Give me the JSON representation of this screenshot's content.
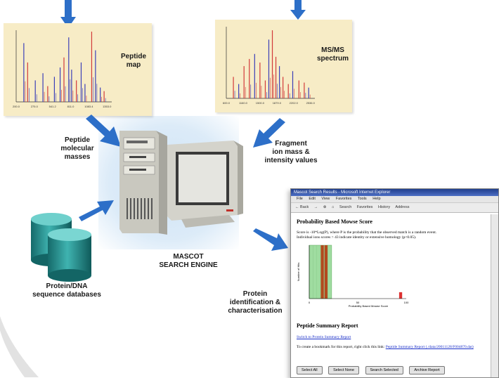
{
  "labels": {
    "peptide_map": [
      "Peptide",
      "map"
    ],
    "msms": [
      "MS/MS",
      "spectrum"
    ],
    "pmm": [
      "Peptide",
      "molecular",
      "masses"
    ],
    "fragment": [
      "Fragment",
      "ion mass &",
      "intensity values"
    ],
    "engine": [
      "MASCOT",
      "SEARCH ENGINE"
    ],
    "db": [
      "Protein/DNA",
      "sequence databases"
    ],
    "pid": [
      "Protein",
      "identification &",
      "characterisation"
    ]
  },
  "spectra": {
    "peptide_map": {
      "x_ticks": [
        "200.0",
        "275.0",
        "541.2",
        "811.0",
        "1083.4",
        "1353.0"
      ],
      "peaks": [
        [
          0.08,
          0.82
        ],
        [
          0.12,
          0.55
        ],
        [
          0.2,
          0.3
        ],
        [
          0.28,
          0.4
        ],
        [
          0.33,
          0.22
        ],
        [
          0.4,
          0.35
        ],
        [
          0.46,
          0.48
        ],
        [
          0.5,
          0.62
        ],
        [
          0.55,
          0.9
        ],
        [
          0.58,
          0.45
        ],
        [
          0.63,
          0.3
        ],
        [
          0.68,
          0.55
        ],
        [
          0.72,
          0.25
        ],
        [
          0.79,
          0.98
        ],
        [
          0.83,
          0.72
        ],
        [
          0.88,
          0.2
        ],
        [
          0.92,
          0.15
        ]
      ]
    },
    "msms": {
      "x_ticks": [
        "600.0",
        "1160.0",
        "1500.0",
        "1879.0",
        "2202.0",
        "2536.0"
      ],
      "peaks": [
        [
          0.08,
          0.3
        ],
        [
          0.14,
          0.2
        ],
        [
          0.2,
          0.45
        ],
        [
          0.26,
          0.55
        ],
        [
          0.32,
          0.62
        ],
        [
          0.38,
          0.5
        ],
        [
          0.44,
          0.25
        ],
        [
          0.48,
          0.82
        ],
        [
          0.52,
          0.95
        ],
        [
          0.56,
          0.58
        ],
        [
          0.6,
          0.45
        ],
        [
          0.64,
          0.3
        ],
        [
          0.7,
          0.2
        ],
        [
          0.75,
          0.38
        ],
        [
          0.82,
          0.25
        ],
        [
          0.88,
          0.22
        ],
        [
          0.93,
          0.15
        ]
      ]
    }
  },
  "browser": {
    "title": "Mascot Search Results - Microsoft Internet Explorer",
    "menu": [
      "File",
      "Edit",
      "View",
      "Favorites",
      "Tools",
      "Help"
    ],
    "toolbar": [
      "← Back",
      "→",
      "⊗",
      "⌂",
      "Search",
      "Favorites",
      "History",
      "Address"
    ],
    "heading1": "Probability Based Mowse Score",
    "para1": "Score is -10*Log(P), where P is the probability that the observed match is a random event.",
    "para2": "Individual ions scores > 43 indicate identity or extensive homology (p<0.05).",
    "histogram": {
      "ylabel": "Number of Hits",
      "xlabel": "Probability Based Mowse Score",
      "x_ticks": [
        "0",
        "50",
        "100"
      ],
      "bars": [
        [
          3,
          1.0
        ],
        [
          4,
          1.0
        ],
        [
          24,
          0.12
        ]
      ],
      "shaded_to_bin": 6
    },
    "heading2": "Peptide Summary Report",
    "switch_link": "Switch to Protein Summary Report",
    "bookmark_text": "To create a bookmark for this report, right click this link:",
    "bookmark_link": "Peptide Summary Report (./data/20011128/F004870.dat)",
    "buttons": [
      "Select All",
      "Select None",
      "Search Selected",
      "Archive Report"
    ]
  }
}
